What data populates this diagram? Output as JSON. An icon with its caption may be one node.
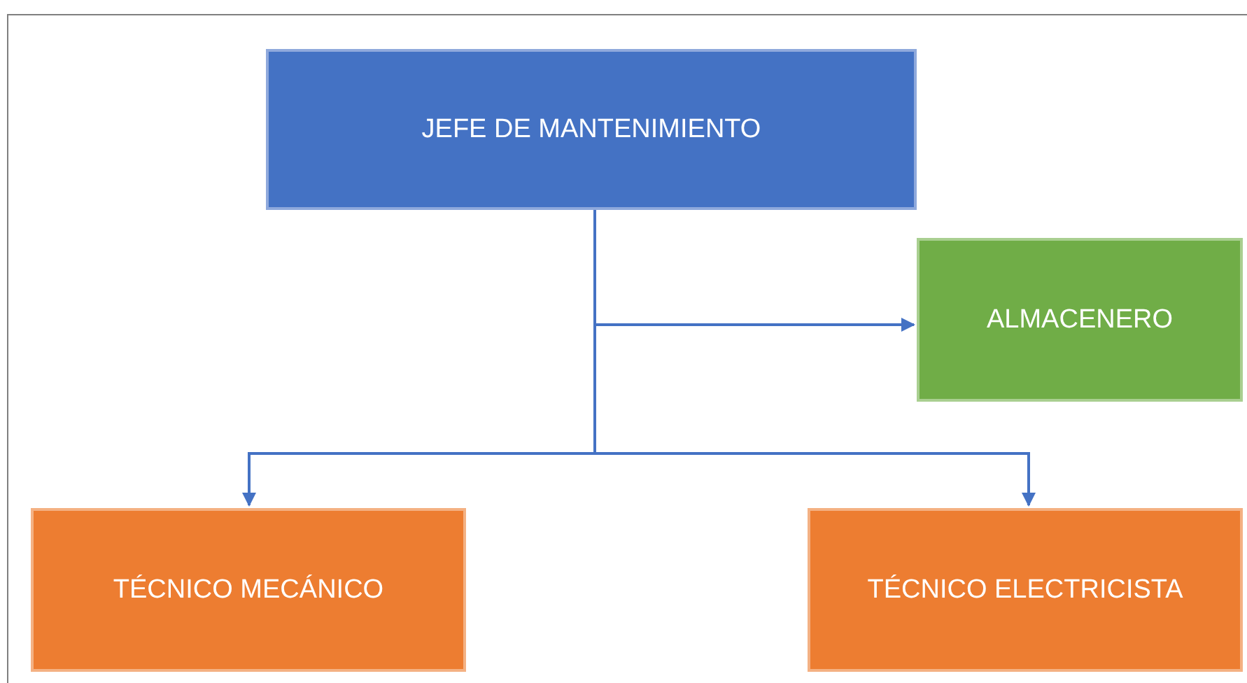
{
  "diagram": {
    "nodes": [
      {
        "text": [
          "JEFE DE MANTENIMIENTO"
        ]
      },
      {
        "text": [
          "ALMACENERO"
        ]
      },
      {
        "text": [
          "TÉCNICO MECÁNICO"
        ]
      },
      {
        "text": [
          "TÉCNICO ELECTRICISTA"
        ]
      }
    ],
    "edges": [
      {
        "from": 0,
        "to": 1,
        "arrow": "to"
      },
      {
        "from": 0,
        "to": 2,
        "arrow": "to"
      },
      {
        "from": 0,
        "to": 3,
        "arrow": "to"
      }
    ]
  }
}
